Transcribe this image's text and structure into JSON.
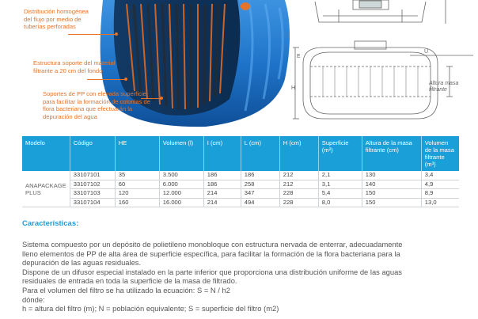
{
  "annotations": [
    "Distribución homogénea del flujo por medio de tuberías perforadas",
    "Estructura soporte del material filtrante a 20 cm del fondo",
    "Soportes de PP con elevada superficie para facilitar la formación de colonias de flora bacteriana que efectuarán la depuración del agua"
  ],
  "diagram_labels": {
    "u": "U",
    "e": "E",
    "h": "H",
    "alt": "Altura masa filtrante"
  },
  "table": {
    "headers": [
      "Modelo",
      "Código",
      "HE",
      "Volumen (l)",
      "I (cm)",
      "L (cm)",
      "H (cm)",
      "Superficie (m²)",
      "Altura de la masa filtrante (cm)",
      "Volumen de la masa filtrante (m³)"
    ],
    "model": "ANAPACKAGE PLUS",
    "rows": [
      [
        "33107101",
        "35",
        "3.500",
        "186",
        "186",
        "212",
        "2,1",
        "130",
        "3,4"
      ],
      [
        "33107102",
        "60",
        "6.000",
        "186",
        "258",
        "212",
        "3,1",
        "140",
        "4,9"
      ],
      [
        "33107103",
        "120",
        "12.000",
        "214",
        "347",
        "228",
        "5,4",
        "150",
        "8,9"
      ],
      [
        "33107104",
        "160",
        "16.000",
        "214",
        "494",
        "228",
        "8,0",
        "150",
        "13,0"
      ]
    ]
  },
  "section_title": "Características:",
  "body_lines": [
    "Sistema compuesto por un depósito de polietileno monobloque con estructura nervada de enterrar, adecuadamente",
    "lleno elementos de PP de alta área de superficie específica, para facilitar la formación de la flora bacteriana para la",
    "depuración de las aguas residuales.",
    "Dispone de un difusor especial instalado en la parte inferior que proporciona una distribución uniforme de las aguas",
    "residuales de entrada en toda la superficie de la masa de filtrado.",
    "Para el volumen del filtro se ha utilizado la ecuación: S = N / h2",
    "dónde:",
    "h = altura del filtro (m); N = población equivalente; S = superficie del filtro (m2)"
  ],
  "colors": {
    "accent": "#1a9fd8",
    "annotation": "#e5742a",
    "tank": "#1f74c9"
  }
}
